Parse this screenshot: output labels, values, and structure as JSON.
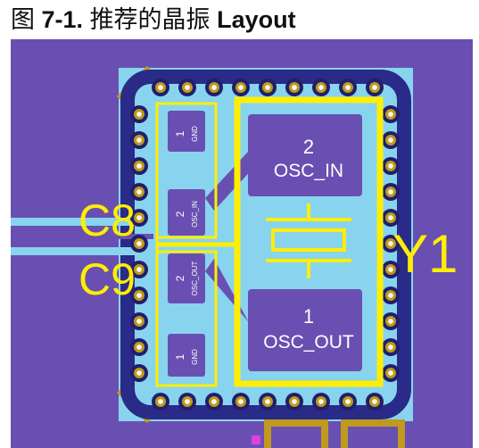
{
  "caption": {
    "prefix": "图",
    "number": "7-1.",
    "title_cn": "推荐的晶振",
    "title_en": "Layout"
  },
  "labels": {
    "c8": "C8",
    "c9": "C9",
    "y1": "Y1"
  },
  "capacitors": [
    {
      "pin": "1",
      "net": "GND"
    },
    {
      "pin": "2",
      "net": "OSC_IN"
    },
    {
      "pin": "2",
      "net": "OSC_OUT"
    },
    {
      "pin": "1",
      "net": "GND"
    }
  ],
  "crystal_pads": [
    {
      "pin": "2",
      "net": "OSC_IN"
    },
    {
      "pin": "1",
      "net": "OSC_OUT"
    }
  ],
  "colors": {
    "board": "#6a4fb2",
    "copper": "#88d4ef",
    "silkscreen": "#ffee00",
    "via_ring": "#c09a1e",
    "pad": "#6a4fb2",
    "outline_dark": "#3a2a7a",
    "via_dark": "#1f1f6e"
  }
}
